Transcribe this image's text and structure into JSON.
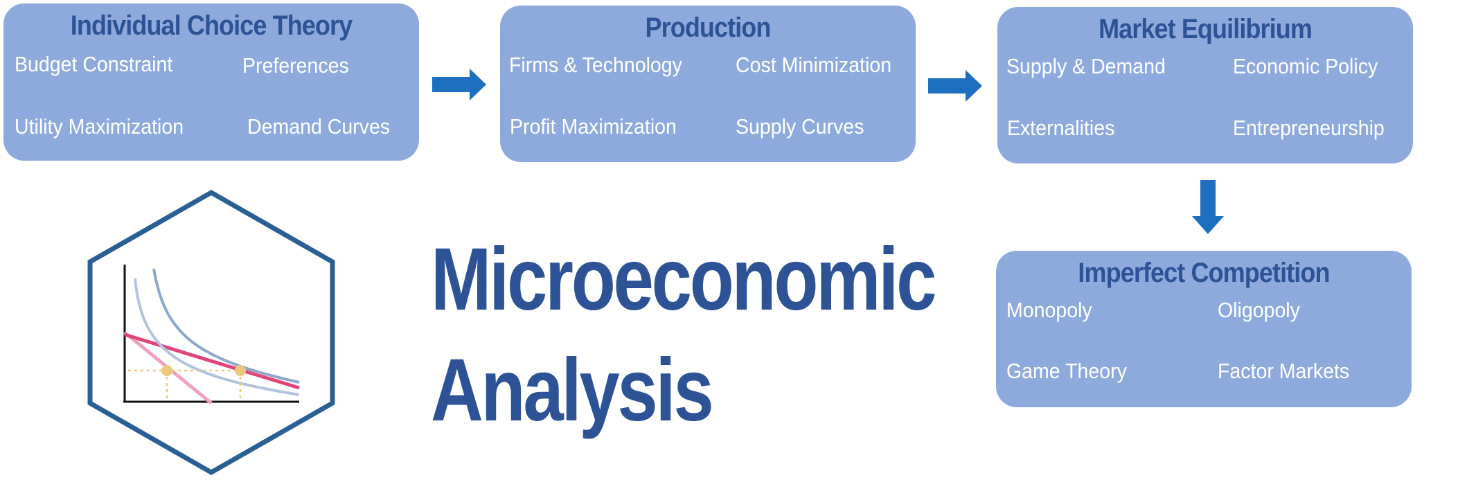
{
  "boxes": {
    "individual_choice": {
      "title": "Individual Choice Theory",
      "items": [
        "Budget Constraint",
        "Preferences",
        "Utility Maximization",
        "Demand Curves"
      ]
    },
    "production": {
      "title": "Production",
      "items": [
        "Firms & Technology",
        "Cost Minimization",
        "Profit Maximization",
        "Supply Curves"
      ]
    },
    "market_equilibrium": {
      "title": "Market Equilibrium",
      "items": [
        "Supply & Demand",
        "Economic Policy",
        "Externalities",
        "Entrepreneurship"
      ]
    },
    "imperfect_competition": {
      "title": "Imperfect Competition",
      "items": [
        "Monopoly",
        "Oligopoly",
        "Game Theory",
        "Factor Markets"
      ]
    }
  },
  "main_title": {
    "line1": "Microeconomic",
    "line2": "Analysis"
  },
  "colors": {
    "box_fill": "#8eaadd",
    "title_text": "#2d5296",
    "arrow": "#1f6fc0",
    "hexagon": "#2a5f94",
    "budget_line": "#e0457a",
    "indifference_curve": "#a9b9d8",
    "equilibrium_point": "#eac97f"
  },
  "icons": [
    "right-arrow-icon",
    "down-arrow-icon",
    "hexagon-indifference-curve-logo"
  ]
}
